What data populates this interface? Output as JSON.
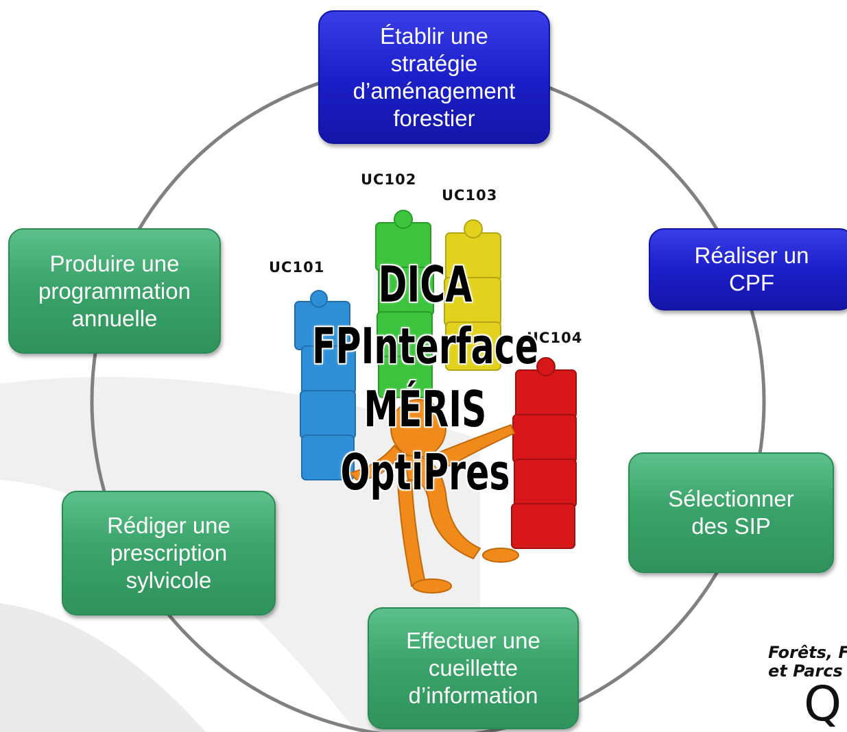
{
  "boxes": {
    "strategy": "Établir une\nstratégie\nd’aménagement\nforestier",
    "cpf": "Réaliser un\nCPF",
    "sip": "Sélectionner\ndes SIP",
    "collect": "Effectuer une\ncueillette\nd’information",
    "prescription": "Rédiger une\nprescription\nsylvicole",
    "programming": "Produire une\nprogrammation\nannuelle"
  },
  "use_cases": {
    "uc101": "UC101",
    "uc102": "UC102",
    "uc103": "UC103",
    "uc104": "UC104"
  },
  "tools": [
    "DICA",
    "FPInterface",
    "MÉRIS",
    "OptiPres"
  ],
  "logo": {
    "line1": "Forêts, F",
    "line2": "et Parcs",
    "mark": "Q"
  },
  "colors": {
    "green_box": "#3aa46a",
    "blue_box": "#1c1fc9",
    "circle": "#808080",
    "puzzle_blue": "#2f8fd6",
    "puzzle_green": "#3cc43c",
    "puzzle_yellow": "#e2d21e",
    "puzzle_red": "#d81818",
    "figure_orange": "#f08a1a"
  }
}
